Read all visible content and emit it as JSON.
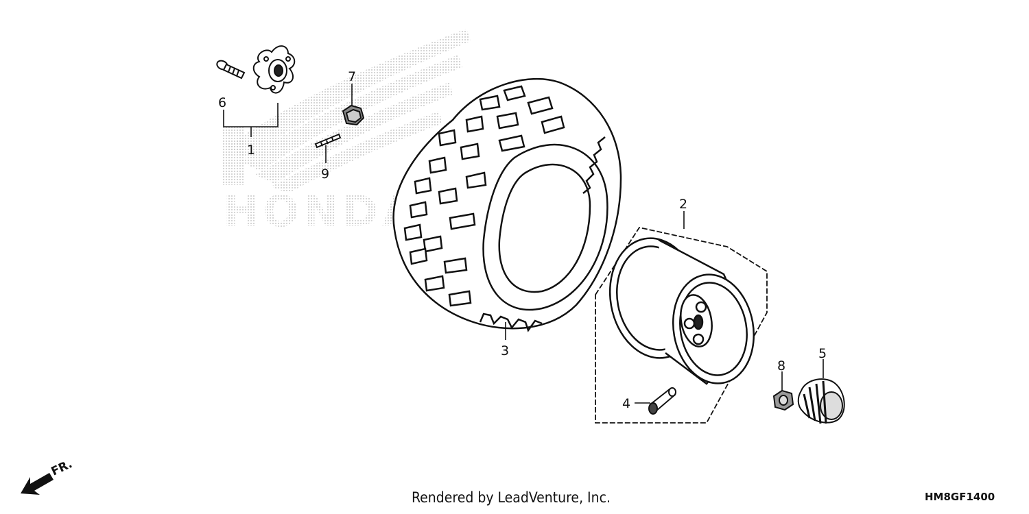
{
  "watermark": {
    "brand": "HONDA"
  },
  "callouts": [
    {
      "id": "1",
      "label": "1"
    },
    {
      "id": "2",
      "label": "2"
    },
    {
      "id": "3",
      "label": "3"
    },
    {
      "id": "4",
      "label": "4"
    },
    {
      "id": "5",
      "label": "5"
    },
    {
      "id": "6",
      "label": "6"
    },
    {
      "id": "7",
      "label": "7"
    },
    {
      "id": "8",
      "label": "8"
    },
    {
      "id": "9",
      "label": "9"
    }
  ],
  "direction": {
    "label": "FR."
  },
  "footer": {
    "credit": "Rendered by LeadVenture, Inc.",
    "diagram_code": "HM8GF1400"
  },
  "colors": {
    "ink": "#111111",
    "watermark": "#bbbbbb"
  }
}
